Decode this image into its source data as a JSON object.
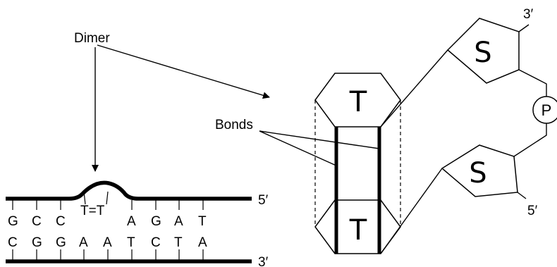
{
  "labels": {
    "dimer": "Dimer",
    "bonds": "Bonds",
    "strand_top_end": "5′",
    "strand_bottom_end": "3′",
    "dimer_pair": "T=T",
    "sugar_top_end": "3′",
    "sugar_bottom_end": "5′"
  },
  "top_strand_bases": [
    "G",
    "C",
    "C",
    "A",
    "G",
    "A",
    "T"
  ],
  "bottom_strand_bases": [
    "C",
    "G",
    "G",
    "A",
    "A",
    "T",
    "C",
    "T",
    "A"
  ],
  "structure": {
    "top_base": "T",
    "bottom_base": "T",
    "top_sugar": "S",
    "bottom_sugar": "S",
    "phosphate": "P"
  }
}
